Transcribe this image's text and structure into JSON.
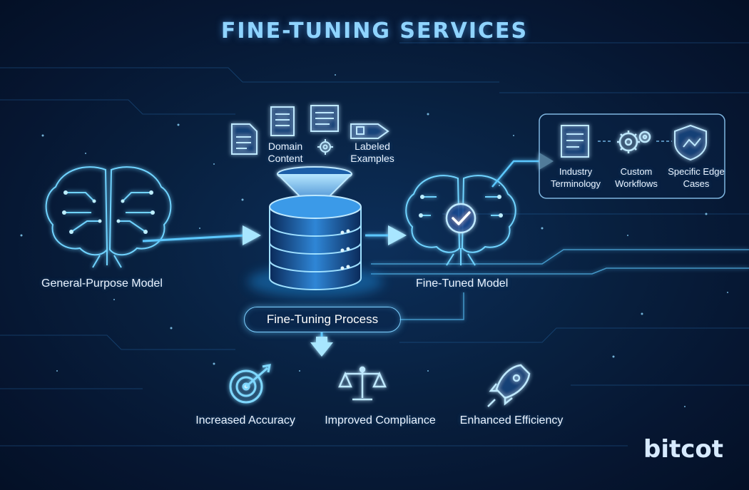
{
  "title": "FINE-TUNING SERVICES",
  "inputs": {
    "domain_content": "Domain Content",
    "labeled_examples": "Labeled Examples"
  },
  "models": {
    "general": "General-Purpose Model",
    "fine_tuned": "Fine-Tuned Model"
  },
  "process_label": "Fine-Tuning Process",
  "specializations": [
    {
      "label": "Industry Terminology",
      "icon": "document-list-icon"
    },
    {
      "label": "Custom Workflows",
      "icon": "gears-icon"
    },
    {
      "label": "Specific Edge Cases",
      "icon": "shield-icon"
    }
  ],
  "benefits": [
    {
      "label": "Increased Accuracy",
      "icon": "target-icon"
    },
    {
      "label": "Improved Compliance",
      "icon": "scales-icon"
    },
    {
      "label": "Enhanced Efficiency",
      "icon": "rocket-icon"
    }
  ],
  "brand": "bitcot",
  "colors": {
    "accent": "#4fc3ff",
    "background": "#08203f",
    "title": "#8fd4ff"
  }
}
